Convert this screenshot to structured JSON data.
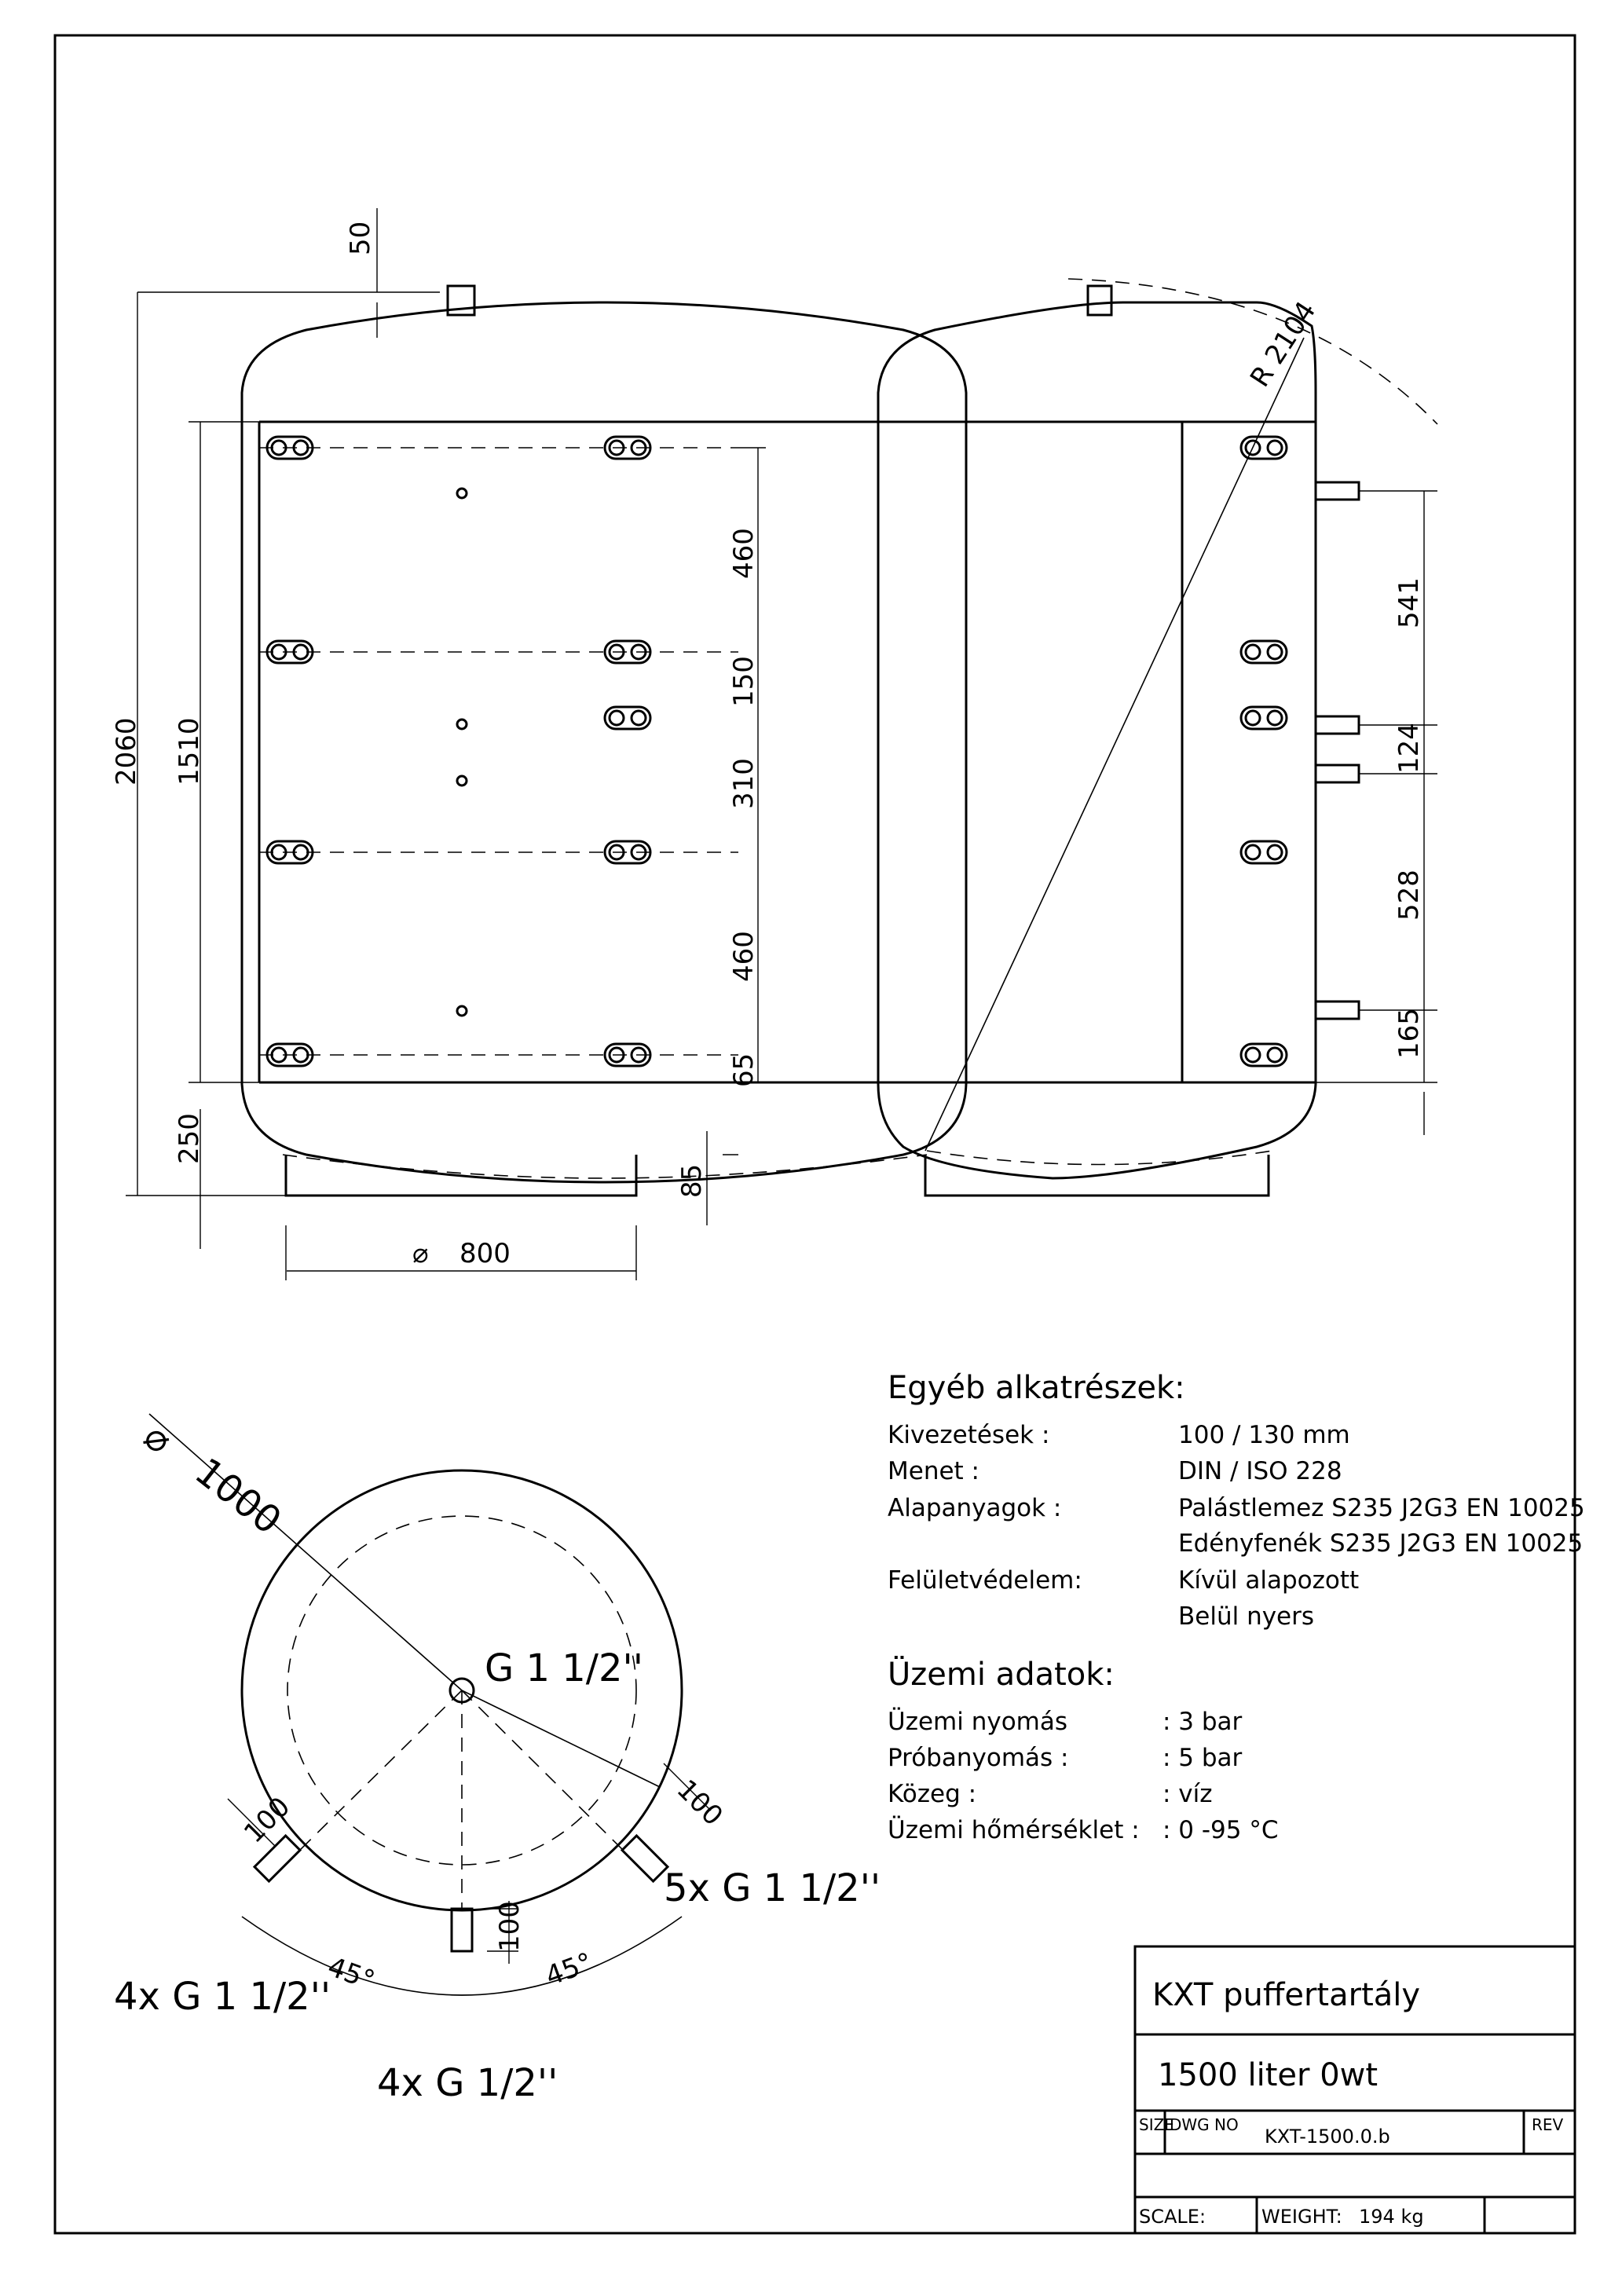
{
  "dimensions": {
    "top_nozzle": "50",
    "total_height": "2060",
    "inner_height": "1510",
    "bottom_offset": "250",
    "leg_height": "85",
    "diameter": "800",
    "pitch_1": "460",
    "pitch_2": "150",
    "pitch_3": "310",
    "pitch_4": "460",
    "pitch_5": "65",
    "side_1": "541",
    "side_2": "124",
    "side_3": "528",
    "side_4": "165",
    "radius": "R 2104",
    "insulated_diameter": "1000",
    "nozzle_len_a": "100",
    "nozzle_len_b": "100",
    "nozzle_len_c": "100",
    "angle_left": "45°",
    "angle_right": "45°"
  },
  "callouts": {
    "top": "G 1 1/2''",
    "right": "5x G 1 1/2''",
    "left": "4x G 1 1/2''",
    "bottom": "4x G 1/2''"
  },
  "parts": {
    "title": "Egyéb alkatrészek:",
    "rows": [
      {
        "label": "Kivezetések :",
        "value": "100 / 130 mm"
      },
      {
        "label": "Menet :",
        "value": "DIN / ISO 228"
      },
      {
        "label": "Alapanyagok :",
        "value": "Palástlemez  S235 J2G3 EN 10025"
      },
      {
        "label": "",
        "value": "Edényfenék  S235 J2G3 EN 10025"
      },
      {
        "label": "Felületvédelem:",
        "value": "Kívül alapozott"
      },
      {
        "label": "",
        "value": "Belül nyers"
      }
    ]
  },
  "operating": {
    "title": "Üzemi adatok:",
    "rows": [
      {
        "label": "Üzemi nyomás",
        "value": ": 3 bar"
      },
      {
        "label": "Próbanyomás :",
        "value": ": 5 bar"
      },
      {
        "label": "Közeg :",
        "value": ":  víz"
      },
      {
        "label": "Üzemi hőmérséklet :",
        "value": ":  0 -95 °C"
      }
    ]
  },
  "title_block": {
    "name": "KXT puffertartály",
    "subtitle": "1500 liter 0wt",
    "size_label": "SIZE",
    "dwg_label": "DWG NO",
    "dwg_no": "KXT-1500.0.b",
    "rev_label": "REV",
    "scale_label": "SCALE:",
    "weight_label": "WEIGHT:",
    "weight_value": "194 kg"
  }
}
